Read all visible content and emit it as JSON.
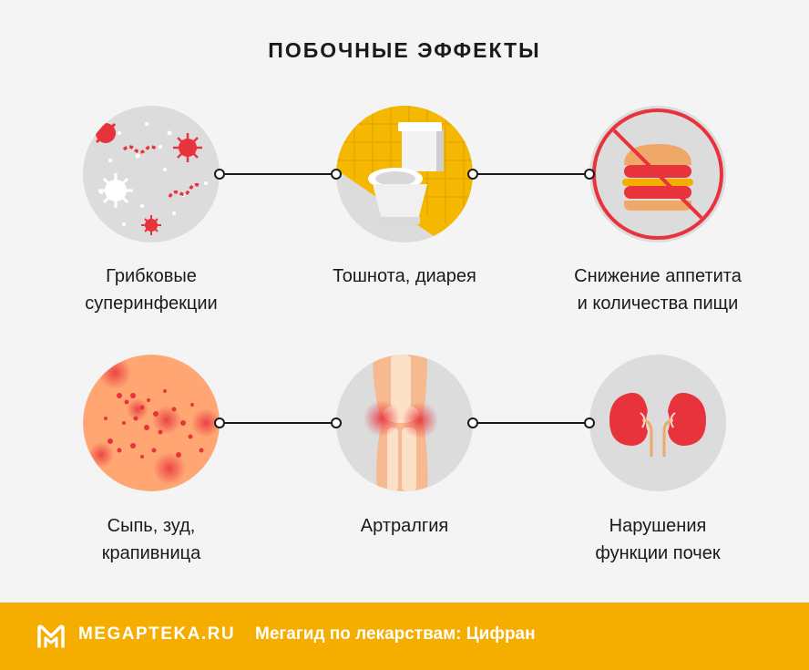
{
  "title": "ПОБОЧНЫЕ ЭФФЕКТЫ",
  "effects": [
    {
      "line1": "Грибковые",
      "line2": "суперинфекции",
      "icon": "microbes-icon"
    },
    {
      "line1": "Тошнота, диарея",
      "line2": "",
      "icon": "toilet-icon"
    },
    {
      "line1": "Снижение аппетита",
      "line2": "и количества пищи",
      "icon": "no-burger-icon"
    },
    {
      "line1": "Сыпь, зуд,",
      "line2": "крапивница",
      "icon": "rash-icon"
    },
    {
      "line1": "Артралгия",
      "line2": "",
      "icon": "knee-joint-icon"
    },
    {
      "line1": "Нарушения",
      "line2": "функции почек",
      "icon": "kidneys-icon"
    }
  ],
  "footer": {
    "brand": "MEGAPTEKA.RU",
    "text": "Мегагид по лекарствам: Цифран"
  },
  "colors": {
    "accent_red": "#e8333c",
    "footer_bg": "#f5ad00",
    "circle_bg": "#dcdcdc"
  }
}
